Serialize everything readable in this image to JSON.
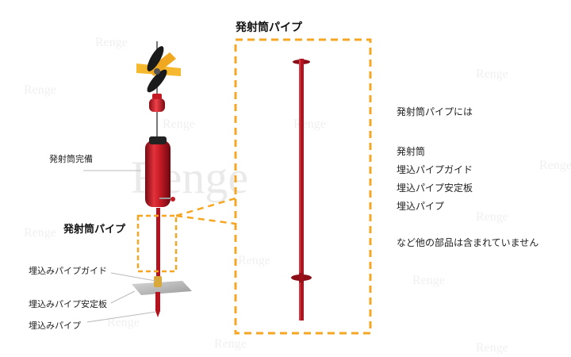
{
  "figure": {
    "accent_color": "#f5a623",
    "pipe_color": "#b3121f",
    "watermark_text": "Renge"
  },
  "left": {
    "assembly_label": "発射筒完備",
    "highlight_label": "発射筒パイプ",
    "parts": [
      {
        "label": "埋込みパイプガイド"
      },
      {
        "label": "埋込みパイプ安定板"
      },
      {
        "label": "埋込みパイプ"
      }
    ]
  },
  "right": {
    "title": "発射筒パイプ"
  },
  "description": {
    "heading": "発射筒パイプには",
    "items": [
      "発射筒",
      "埋込パイプガイド",
      "埋込パイプ安定板",
      "埋込パイプ"
    ],
    "note": "など他の部品は含まれていません"
  }
}
